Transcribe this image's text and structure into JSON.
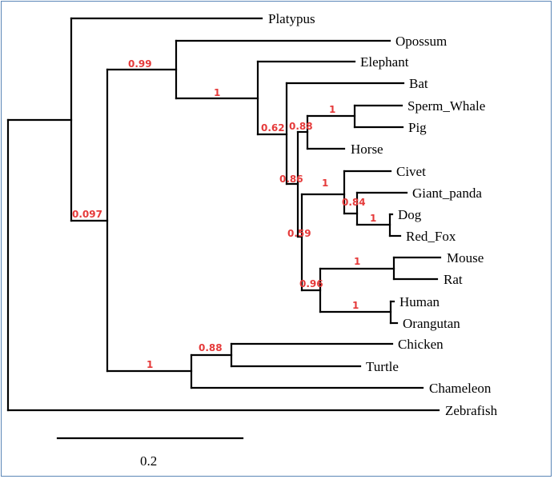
{
  "colors": {
    "branch": "#000000",
    "support": "#e53a3a",
    "frame": "#5b86b7"
  },
  "tree": {
    "taxa": [
      "Platypus",
      "Opossum",
      "Elephant",
      "Bat",
      "Sperm_Whale",
      "Pig",
      "Horse",
      "Civet",
      "Giant_panda",
      "Dog",
      "Red_Fox",
      "Mouse",
      "Rat",
      "Human",
      "Orangutan",
      "Chicken",
      "Turtle",
      "Chameleon",
      "Zebrafish"
    ],
    "support": {
      "theria": "0.99",
      "eutheria": "1",
      "amniota": "0.097",
      "boreo": "0.62",
      "laurasia": "0.86",
      "cetartio": "0.88",
      "whale_pig": "1",
      "euarch_plus": "0.59",
      "carnivora": "1",
      "caniform": "0.84",
      "canid": "1",
      "euarchontoglires": "0.96",
      "rodent": "1",
      "primate": "1",
      "sauria": "1",
      "chicken_turtle": "0.88"
    },
    "scale_bar_label": "0.2"
  }
}
